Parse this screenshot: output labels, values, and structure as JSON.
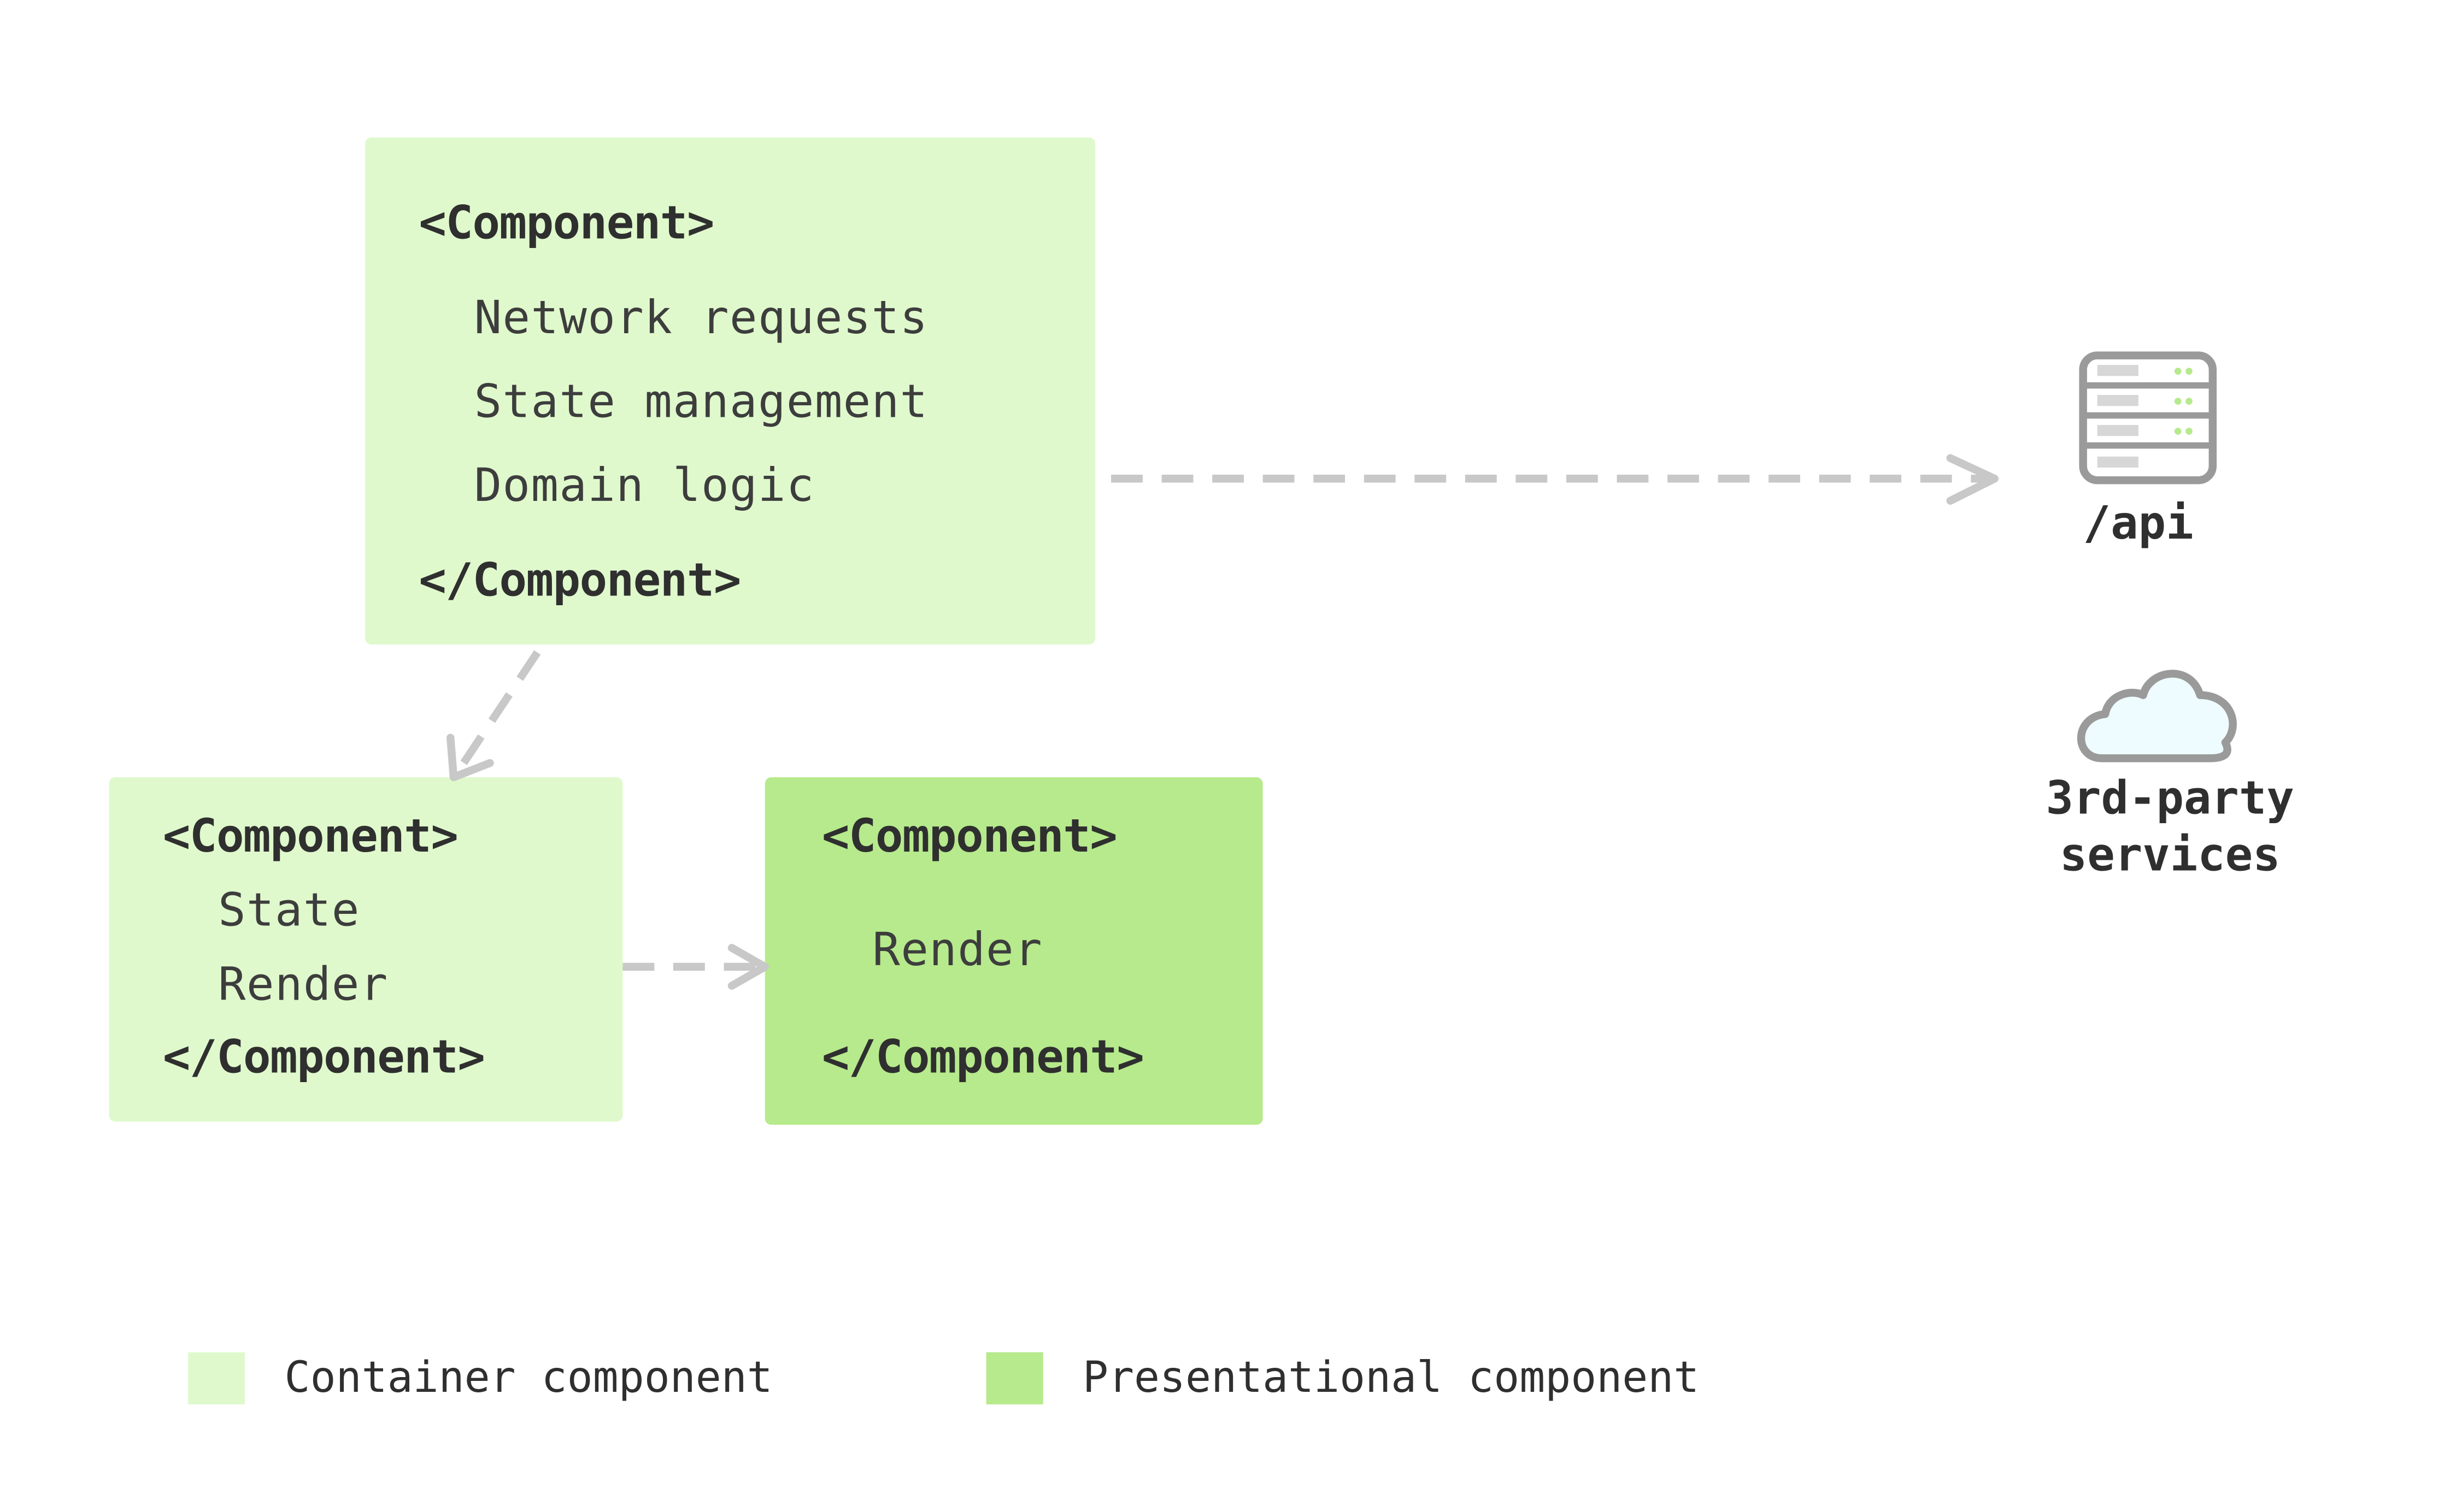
{
  "top_component": {
    "open_tag": "<Component>",
    "lines": [
      "Network requests",
      "State management",
      "Domain logic"
    ],
    "close_tag": "</Component>"
  },
  "left_component": {
    "open_tag": "<Component>",
    "lines": [
      "State",
      "Render"
    ],
    "close_tag": "</Component>"
  },
  "right_component": {
    "open_tag": "<Component>",
    "lines": [
      "Render"
    ],
    "close_tag": "</Component>"
  },
  "api": {
    "icon": "server-icon",
    "label": "/api"
  },
  "third_party": {
    "icon": "cloud-icon",
    "label_line1": "3rd-party",
    "label_line2": "services"
  },
  "legend": {
    "container_label": "Container component",
    "presentational_label": "Presentational component"
  },
  "colors": {
    "container": "#dff9cc",
    "presentational": "#b6ea8c",
    "arrow": "#c8c8c8",
    "text": "#2f2f2f"
  }
}
